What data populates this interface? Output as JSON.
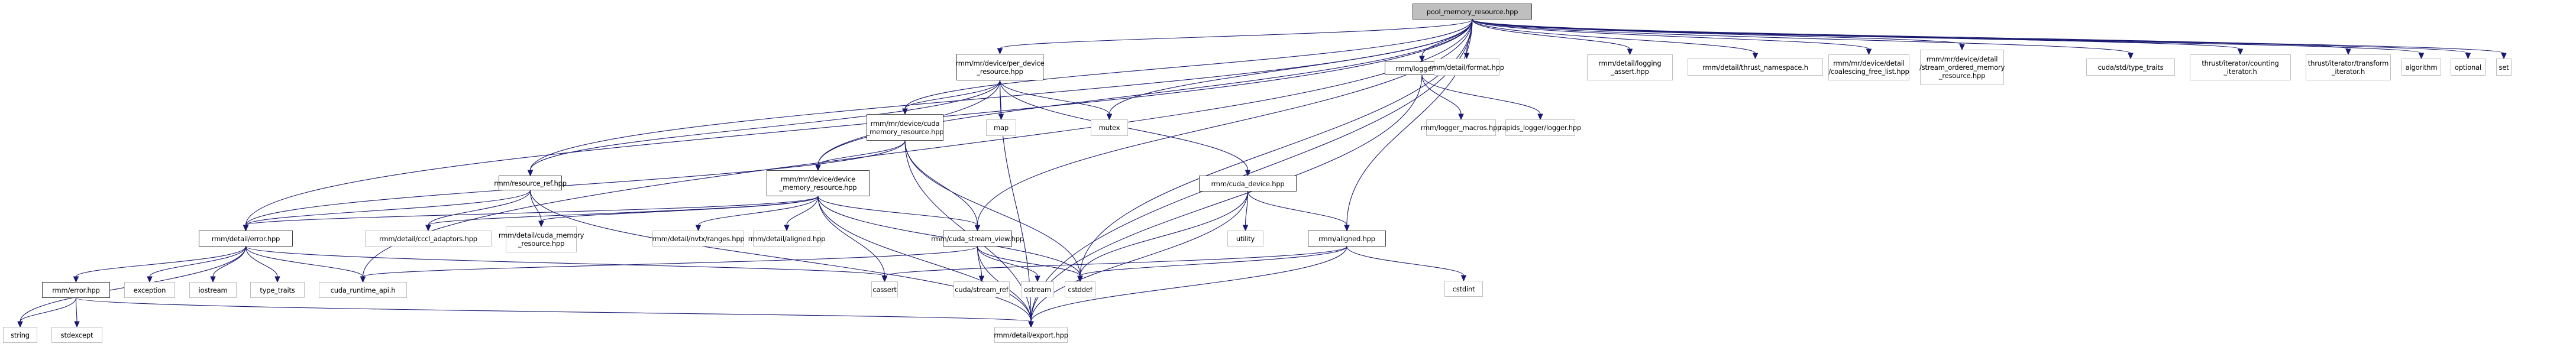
{
  "title": "pool_memory_resource.hpp include dependency graph",
  "colors": {
    "edge": "#191970",
    "root_fill": "#bfbfbf",
    "internal_border": "#404040",
    "external_border": "#bfbfbf"
  },
  "nodes": [
    {
      "id": "pool",
      "label": "pool_memory_resource.hpp",
      "kind": "root"
    },
    {
      "id": "per_device",
      "label": "rmm/mr/device/per_device\n_resource.hpp",
      "kind": "int"
    },
    {
      "id": "cuda_mr",
      "label": "rmm/mr/device/cuda\n_memory_resource.hpp",
      "kind": "int"
    },
    {
      "id": "resource_ref",
      "label": "rmm/resource_ref.hpp",
      "kind": "int"
    },
    {
      "id": "device_mr",
      "label": "rmm/mr/device/device\n_memory_resource.hpp",
      "kind": "int"
    },
    {
      "id": "cuda_device",
      "label": "rmm/cuda_device.hpp",
      "kind": "int"
    },
    {
      "id": "logger",
      "label": "rmm/logger.hpp",
      "kind": "int"
    },
    {
      "id": "format",
      "label": "rmm/detail/format.hpp",
      "kind": "ext"
    },
    {
      "id": "logging_assert",
      "label": "rmm/detail/logging\n_assert.hpp",
      "kind": "ext"
    },
    {
      "id": "thrust_ns",
      "label": "rmm/detail/thrust_namespace.h",
      "kind": "ext"
    },
    {
      "id": "coalescing",
      "label": "rmm/mr/device/detail\n/coalescing_free_list.hpp",
      "kind": "ext"
    },
    {
      "id": "stream_ordered",
      "label": "rmm/mr/device/detail\n/stream_ordered_memory\n_resource.hpp",
      "kind": "ext"
    },
    {
      "id": "cuda_type_traits",
      "label": "cuda/std/type_traits",
      "kind": "ext"
    },
    {
      "id": "counting",
      "label": "thrust/iterator/counting\n_iterator.h",
      "kind": "ext"
    },
    {
      "id": "transform",
      "label": "thrust/iterator/transform\n_iterator.h",
      "kind": "ext"
    },
    {
      "id": "algorithm",
      "label": "algorithm",
      "kind": "ext"
    },
    {
      "id": "optional",
      "label": "optional",
      "kind": "ext"
    },
    {
      "id": "set",
      "label": "set",
      "kind": "ext"
    },
    {
      "id": "map",
      "label": "map",
      "kind": "ext"
    },
    {
      "id": "mutex",
      "label": "mutex",
      "kind": "ext"
    },
    {
      "id": "logger_macros",
      "label": "rmm/logger_macros.hpp",
      "kind": "ext"
    },
    {
      "id": "rapids_logger",
      "label": "rapids_logger/logger.hpp",
      "kind": "ext"
    },
    {
      "id": "detail_error",
      "label": "rmm/detail/error.hpp",
      "kind": "int"
    },
    {
      "id": "cccl",
      "label": "rmm/detail/cccl_adaptors.hpp",
      "kind": "ext"
    },
    {
      "id": "detail_cuda_mr",
      "label": "rmm/detail/cuda_memory\n_resource.hpp",
      "kind": "ext"
    },
    {
      "id": "nvtx",
      "label": "rmm/detail/nvtx/ranges.hpp",
      "kind": "ext"
    },
    {
      "id": "detail_aligned",
      "label": "rmm/detail/aligned.hpp",
      "kind": "ext"
    },
    {
      "id": "stream_view",
      "label": "rmm/cuda_stream_view.hpp",
      "kind": "int"
    },
    {
      "id": "utility",
      "label": "utility",
      "kind": "ext"
    },
    {
      "id": "aligned",
      "label": "rmm/aligned.hpp",
      "kind": "int"
    },
    {
      "id": "error",
      "label": "rmm/error.hpp",
      "kind": "int"
    },
    {
      "id": "exception",
      "label": "exception",
      "kind": "ext"
    },
    {
      "id": "iostream",
      "label": "iostream",
      "kind": "ext"
    },
    {
      "id": "type_traits",
      "label": "type_traits",
      "kind": "ext"
    },
    {
      "id": "cuda_runtime",
      "label": "cuda_runtime_api.h",
      "kind": "ext"
    },
    {
      "id": "cassert",
      "label": "cassert",
      "kind": "ext"
    },
    {
      "id": "stream_ref",
      "label": "cuda/stream_ref",
      "kind": "ext"
    },
    {
      "id": "ostream",
      "label": "ostream",
      "kind": "ext"
    },
    {
      "id": "cstddef",
      "label": "cstddef",
      "kind": "ext"
    },
    {
      "id": "cstdint",
      "label": "cstdint",
      "kind": "ext"
    },
    {
      "id": "string",
      "label": "string",
      "kind": "ext"
    },
    {
      "id": "stdexcept",
      "label": "stdexcept",
      "kind": "ext"
    },
    {
      "id": "export",
      "label": "rmm/detail/export.hpp",
      "kind": "ext"
    }
  ],
  "edges": [
    [
      "pool",
      "per_device"
    ],
    [
      "pool",
      "cuda_mr"
    ],
    [
      "pool",
      "resource_ref"
    ],
    [
      "pool",
      "device_mr"
    ],
    [
      "pool",
      "logger"
    ],
    [
      "pool",
      "format"
    ],
    [
      "pool",
      "logging_assert"
    ],
    [
      "pool",
      "thrust_ns"
    ],
    [
      "pool",
      "coalescing"
    ],
    [
      "pool",
      "stream_ordered"
    ],
    [
      "pool",
      "cuda_type_traits"
    ],
    [
      "pool",
      "counting"
    ],
    [
      "pool",
      "transform"
    ],
    [
      "pool",
      "algorithm"
    ],
    [
      "pool",
      "optional"
    ],
    [
      "pool",
      "set"
    ],
    [
      "pool",
      "mutex"
    ],
    [
      "pool",
      "detail_error"
    ],
    [
      "pool",
      "cuda_runtime"
    ],
    [
      "pool",
      "aligned"
    ],
    [
      "pool",
      "stream_view"
    ],
    [
      "pool",
      "cstddef"
    ],
    [
      "pool",
      "export"
    ],
    [
      "per_device",
      "cuda_mr"
    ],
    [
      "per_device",
      "device_mr"
    ],
    [
      "per_device",
      "resource_ref"
    ],
    [
      "per_device",
      "map"
    ],
    [
      "per_device",
      "mutex"
    ],
    [
      "per_device",
      "cuda_device"
    ],
    [
      "per_device",
      "export"
    ],
    [
      "cuda_mr",
      "device_mr"
    ],
    [
      "cuda_mr",
      "detail_error"
    ],
    [
      "cuda_mr",
      "stream_view"
    ],
    [
      "cuda_mr",
      "cstddef"
    ],
    [
      "cuda_mr",
      "export"
    ],
    [
      "resource_ref",
      "detail_error"
    ],
    [
      "resource_ref",
      "cccl"
    ],
    [
      "resource_ref",
      "detail_cuda_mr"
    ],
    [
      "resource_ref",
      "export"
    ],
    [
      "device_mr",
      "detail_error"
    ],
    [
      "device_mr",
      "cccl"
    ],
    [
      "device_mr",
      "detail_cuda_mr"
    ],
    [
      "device_mr",
      "nvtx"
    ],
    [
      "device_mr",
      "detail_aligned"
    ],
    [
      "device_mr",
      "stream_view"
    ],
    [
      "device_mr",
      "cstddef"
    ],
    [
      "device_mr",
      "cassert"
    ],
    [
      "device_mr",
      "export"
    ],
    [
      "cuda_device",
      "aligned"
    ],
    [
      "cuda_device",
      "utility"
    ],
    [
      "cuda_device",
      "cstddef"
    ],
    [
      "cuda_device",
      "export"
    ],
    [
      "logger",
      "logger_macros"
    ],
    [
      "logger",
      "rapids_logger"
    ],
    [
      "logger",
      "export"
    ],
    [
      "detail_error",
      "error"
    ],
    [
      "detail_error",
      "exception"
    ],
    [
      "detail_error",
      "iostream"
    ],
    [
      "detail_error",
      "type_traits"
    ],
    [
      "detail_error",
      "cuda_runtime"
    ],
    [
      "detail_error",
      "string"
    ],
    [
      "detail_error",
      "cassert"
    ],
    [
      "stream_view",
      "cuda_runtime"
    ],
    [
      "stream_view",
      "stream_ref"
    ],
    [
      "stream_view",
      "ostream"
    ],
    [
      "stream_view",
      "cstddef"
    ],
    [
      "stream_view",
      "export"
    ],
    [
      "aligned",
      "cassert"
    ],
    [
      "aligned",
      "cstddef"
    ],
    [
      "aligned",
      "cstdint"
    ],
    [
      "aligned",
      "export"
    ],
    [
      "error",
      "string"
    ],
    [
      "error",
      "stdexcept"
    ],
    [
      "error",
      "export"
    ]
  ]
}
